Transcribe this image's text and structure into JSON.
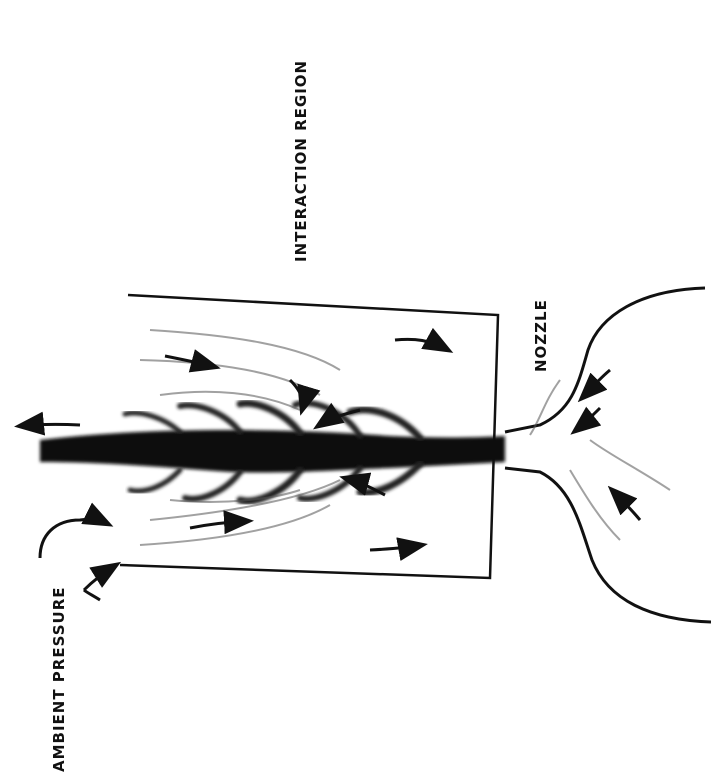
{
  "labels": {
    "interaction_region": "INTERACTION REGION",
    "nozzle": "NOZZLE",
    "ambient_pressure": "AMBIENT PRESSURE"
  },
  "colors": {
    "ink": "#111111",
    "jet": "#0d0d0d",
    "swirl": "#555555",
    "paper": "#ffffff"
  }
}
